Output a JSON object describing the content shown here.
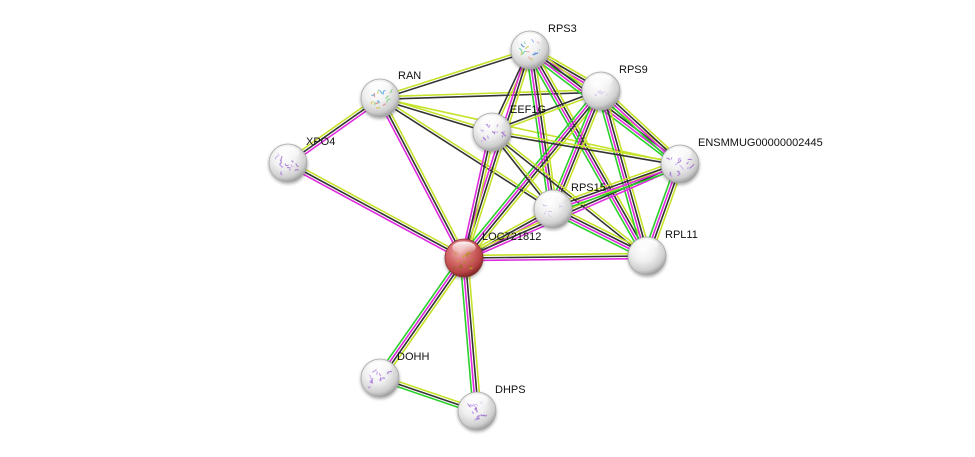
{
  "network": {
    "edge_colors": {
      "textmining": "#c6e22b",
      "coexpression": "#333333",
      "experiments": "#e02be0",
      "database": "#2bd02b"
    },
    "node_colors": {
      "query": "#c94b4b",
      "default": "#dddddd"
    },
    "nodes": [
      {
        "id": "RPS3",
        "label": "RPS3",
        "query": false,
        "structure": "blue"
      },
      {
        "id": "RPS9",
        "label": "RPS9",
        "query": false,
        "structure": "faint"
      },
      {
        "id": "RAN",
        "label": "RAN",
        "query": false,
        "structure": "rainbow"
      },
      {
        "id": "EEF1G",
        "label": "EEF1G",
        "query": false,
        "structure": "purple"
      },
      {
        "id": "XPO4",
        "label": "XPO4",
        "query": false,
        "structure": "purple"
      },
      {
        "id": "ENSMMUG00000002445",
        "label": "ENSMMUG00000002445",
        "query": false,
        "structure": "purple"
      },
      {
        "id": "RPS15",
        "label": "RPS15",
        "query": false,
        "structure": "faint"
      },
      {
        "id": "LOC721812",
        "label": "LOC721812",
        "query": true,
        "structure": "gold"
      },
      {
        "id": "RPL11",
        "label": "RPL11",
        "query": false,
        "structure": "none"
      },
      {
        "id": "DOHH",
        "label": "DOHH",
        "query": false,
        "structure": "purple"
      },
      {
        "id": "DHPS",
        "label": "DHPS",
        "query": false,
        "structure": "purple"
      }
    ],
    "edges": [
      {
        "a": "XPO4",
        "b": "RAN",
        "types": [
          "textmining",
          "coexpression",
          "experiments"
        ]
      },
      {
        "a": "XPO4",
        "b": "LOC721812",
        "types": [
          "textmining",
          "coexpression",
          "experiments"
        ]
      },
      {
        "a": "RAN",
        "b": "LOC721812",
        "types": [
          "textmining",
          "coexpression",
          "experiments"
        ]
      },
      {
        "a": "RAN",
        "b": "RPS3",
        "types": [
          "textmining",
          "coexpression"
        ]
      },
      {
        "a": "RAN",
        "b": "RPS9",
        "types": [
          "textmining",
          "coexpression"
        ]
      },
      {
        "a": "RAN",
        "b": "EEF1G",
        "types": [
          "textmining",
          "coexpression"
        ]
      },
      {
        "a": "RAN",
        "b": "RPS15",
        "types": [
          "textmining",
          "coexpression"
        ]
      },
      {
        "a": "RAN",
        "b": "ENSMMUG00000002445",
        "types": [
          "textmining"
        ]
      },
      {
        "a": "RPS3",
        "b": "RPS9",
        "types": [
          "textmining",
          "coexpression",
          "experiments",
          "database"
        ]
      },
      {
        "a": "RPS3",
        "b": "EEF1G",
        "types": [
          "textmining",
          "coexpression"
        ]
      },
      {
        "a": "RPS3",
        "b": "LOC721812",
        "types": [
          "textmining",
          "coexpression",
          "experiments"
        ]
      },
      {
        "a": "RPS3",
        "b": "RPS15",
        "types": [
          "textmining",
          "coexpression",
          "experiments",
          "database"
        ]
      },
      {
        "a": "RPS3",
        "b": "ENSMMUG00000002445",
        "types": [
          "textmining",
          "coexpression",
          "experiments",
          "database"
        ]
      },
      {
        "a": "RPS3",
        "b": "RPL11",
        "types": [
          "textmining",
          "coexpression",
          "experiments",
          "database"
        ]
      },
      {
        "a": "RPS9",
        "b": "EEF1G",
        "types": [
          "textmining",
          "coexpression"
        ]
      },
      {
        "a": "RPS9",
        "b": "LOC721812",
        "types": [
          "textmining",
          "coexpression",
          "experiments",
          "database"
        ]
      },
      {
        "a": "RPS9",
        "b": "RPS15",
        "types": [
          "textmining",
          "coexpression",
          "experiments",
          "database"
        ]
      },
      {
        "a": "RPS9",
        "b": "ENSMMUG00000002445",
        "types": [
          "textmining",
          "coexpression",
          "experiments",
          "database"
        ]
      },
      {
        "a": "RPS9",
        "b": "RPL11",
        "types": [
          "textmining",
          "coexpression",
          "experiments",
          "database"
        ]
      },
      {
        "a": "EEF1G",
        "b": "LOC721812",
        "types": [
          "textmining",
          "coexpression",
          "experiments"
        ]
      },
      {
        "a": "EEF1G",
        "b": "RPS15",
        "types": [
          "textmining",
          "coexpression"
        ]
      },
      {
        "a": "EEF1G",
        "b": "ENSMMUG00000002445",
        "types": [
          "textmining",
          "coexpression"
        ]
      },
      {
        "a": "EEF1G",
        "b": "RPL11",
        "types": [
          "textmining",
          "coexpression"
        ]
      },
      {
        "a": "LOC721812",
        "b": "RPS15",
        "types": [
          "textmining",
          "coexpression",
          "experiments"
        ]
      },
      {
        "a": "LOC721812",
        "b": "ENSMMUG00000002445",
        "types": [
          "textmining",
          "coexpression",
          "experiments"
        ]
      },
      {
        "a": "LOC721812",
        "b": "RPL11",
        "types": [
          "textmining",
          "coexpression",
          "experiments"
        ]
      },
      {
        "a": "LOC721812",
        "b": "DOHH",
        "types": [
          "textmining",
          "coexpression",
          "experiments",
          "database"
        ]
      },
      {
        "a": "LOC721812",
        "b": "DHPS",
        "types": [
          "textmining",
          "coexpression",
          "experiments",
          "database"
        ]
      },
      {
        "a": "RPS15",
        "b": "ENSMMUG00000002445",
        "types": [
          "textmining",
          "coexpression",
          "experiments",
          "database"
        ]
      },
      {
        "a": "RPS15",
        "b": "RPL11",
        "types": [
          "textmining",
          "coexpression",
          "experiments",
          "database"
        ]
      },
      {
        "a": "ENSMMUG00000002445",
        "b": "RPL11",
        "types": [
          "textmining",
          "coexpression",
          "experiments",
          "database"
        ]
      },
      {
        "a": "DOHH",
        "b": "DHPS",
        "types": [
          "textmining",
          "coexpression",
          "database"
        ]
      }
    ]
  }
}
